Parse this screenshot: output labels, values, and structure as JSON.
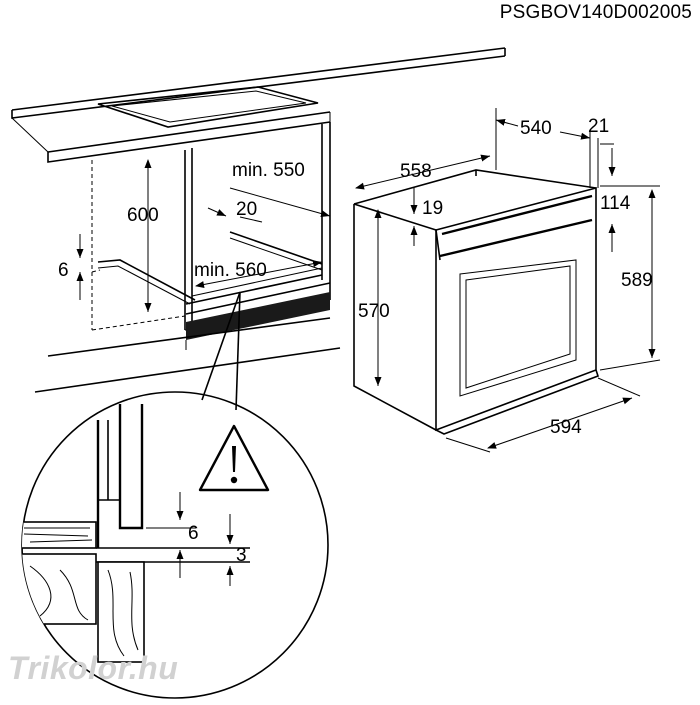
{
  "diagram_code": "PSGBOV140D002005",
  "dimensions": {
    "d600": "600",
    "d6_left": "6",
    "min550": "min. 550",
    "d20": "20",
    "min560": "min. 560",
    "d558": "558",
    "d540": "540",
    "d21": "21",
    "d19": "19",
    "d114": "114",
    "d570": "570",
    "d589": "589",
    "d594": "594",
    "detail_6": "6",
    "detail_3": "3"
  },
  "warning_icon": "warning-triangle-icon",
  "watermark": "Trikolor.hu"
}
